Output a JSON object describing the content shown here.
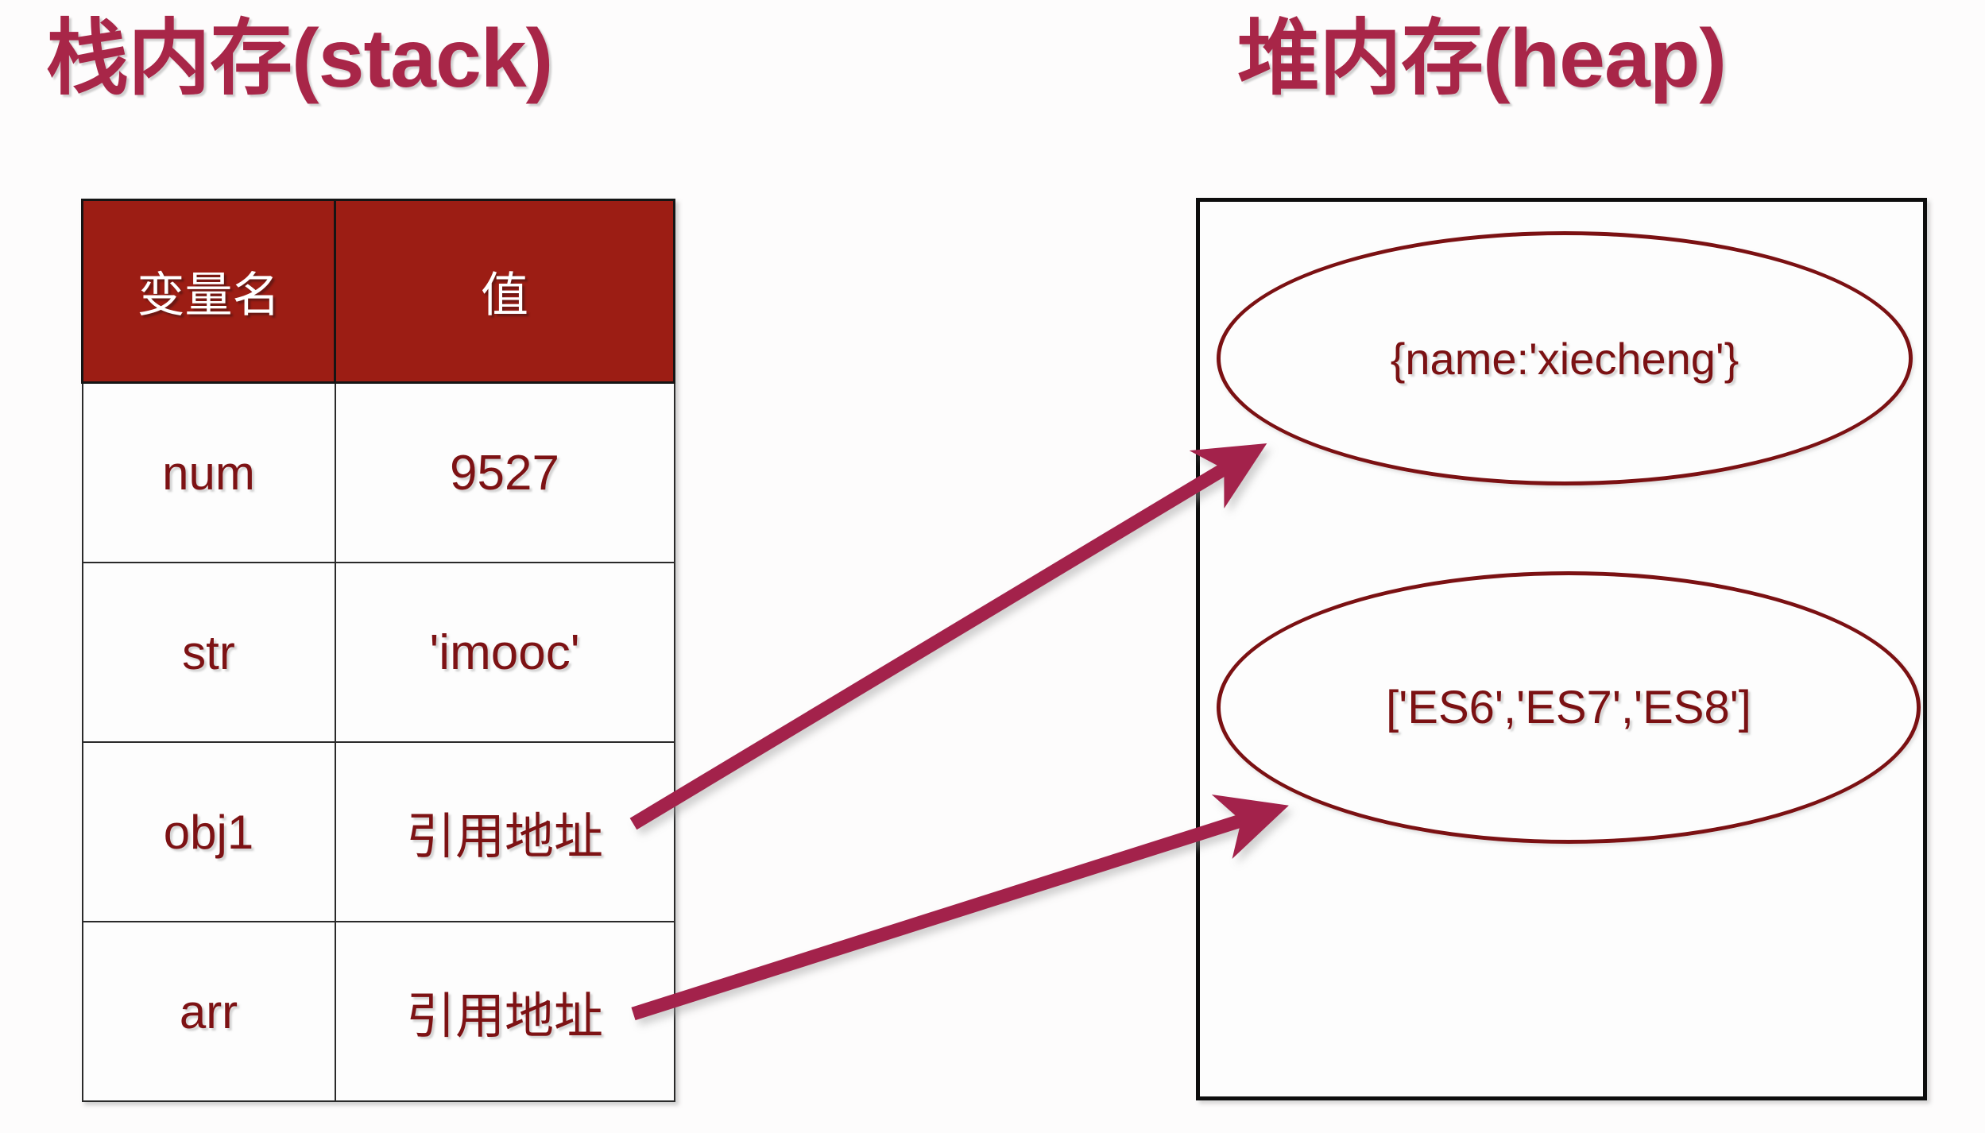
{
  "diagram": {
    "background_color": "#fdfcfc",
    "title_color": "#a82648",
    "header_fill_color": "#9c1d14",
    "header_text_color": "#ffffff",
    "body_text_color": "#7d1214",
    "ellipse_stroke_color": "#7b1113",
    "box_border_color": "#0d0d0d",
    "arrow_color": "#a3214c"
  },
  "stack": {
    "title": "栈内存(stack)",
    "table": {
      "columns": [
        "变量名",
        "值"
      ],
      "rows": [
        {
          "name": "num",
          "value": "9527"
        },
        {
          "name": "str",
          "value": "'imooc'"
        },
        {
          "name": "obj1",
          "value": "引用地址"
        },
        {
          "name": "arr",
          "value": "引用地址"
        }
      ]
    }
  },
  "heap": {
    "title": "堆内存(heap)",
    "objects": [
      {
        "label": "{name:'xiecheng'}"
      },
      {
        "label": "['ES6','ES7','ES8']"
      }
    ]
  },
  "arrows": [
    {
      "id": "arrow-obj1-to-object",
      "from_row": "obj1",
      "to_object": 0
    },
    {
      "id": "arrow-arr-to-array",
      "from_row": "arr",
      "to_object": 1
    }
  ]
}
